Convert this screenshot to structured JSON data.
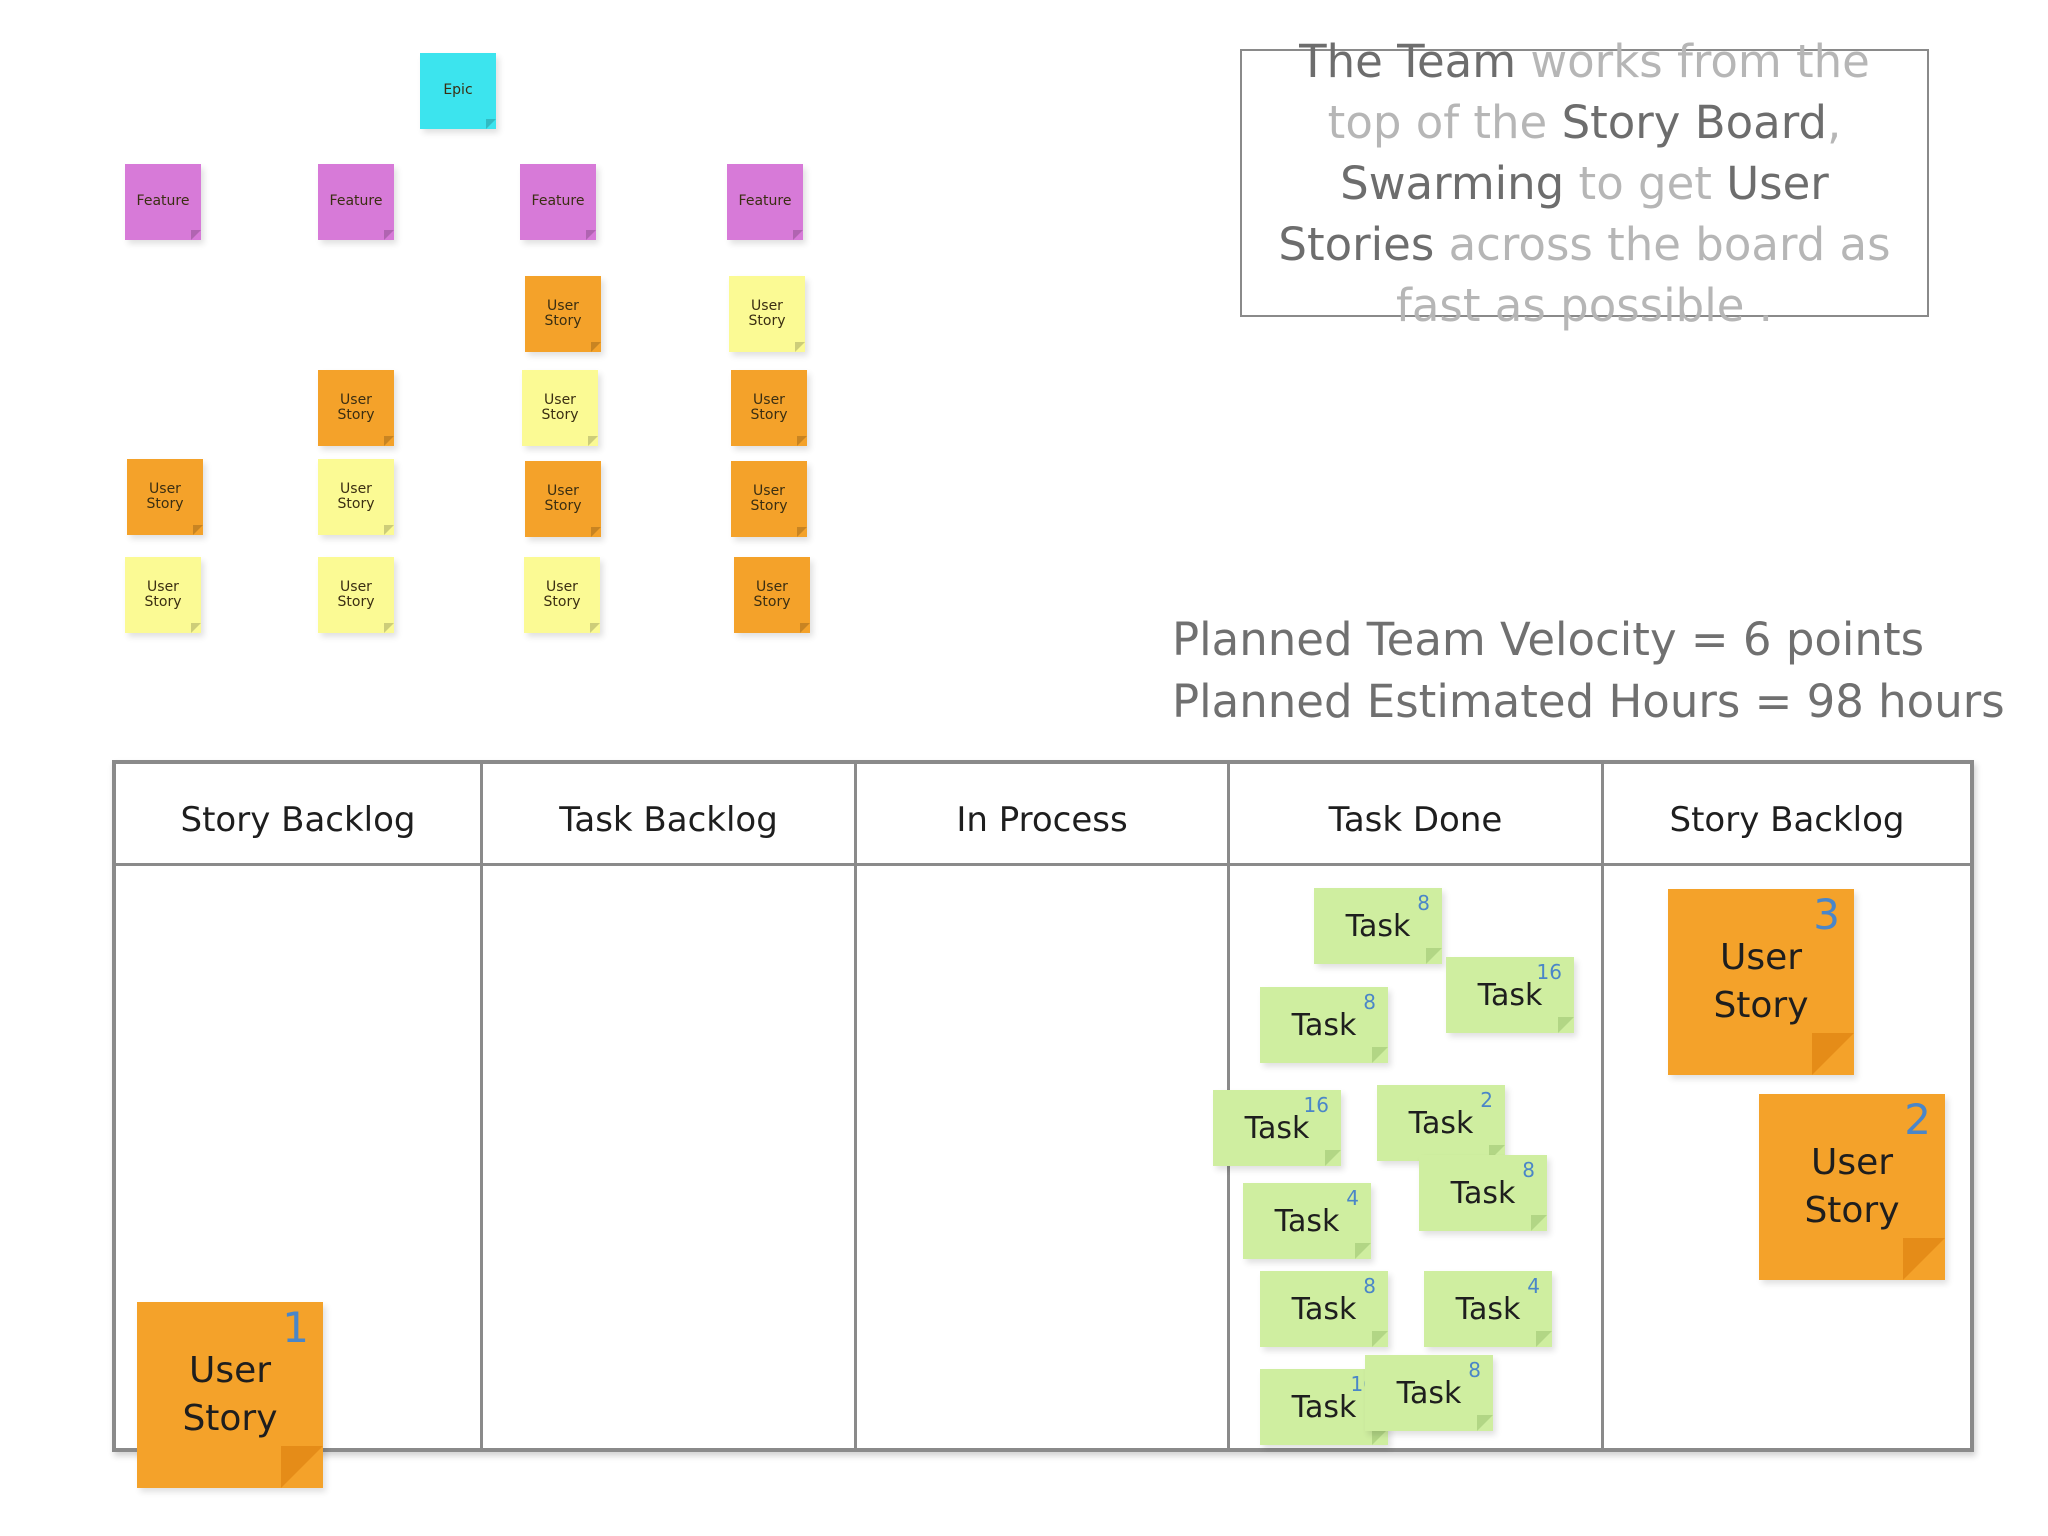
{
  "hierarchy": {
    "epic": "Epic",
    "feature": "Feature",
    "user_story": "User Story"
  },
  "callout": {
    "parts": [
      {
        "text": "The Team",
        "emphasis": true
      },
      {
        "text": " works from the top of the ",
        "emphasis": false
      },
      {
        "text": "Story Board",
        "emphasis": true
      },
      {
        "text": ", ",
        "emphasis": false
      },
      {
        "text": "Swarming",
        "emphasis": true
      },
      {
        "text": " to get ",
        "emphasis": false
      },
      {
        "text": "User Stories",
        "emphasis": true
      },
      {
        "text": " across the board as fast as possible .",
        "emphasis": false
      }
    ]
  },
  "velocity": {
    "line1": "Planned Team Velocity = 6 points",
    "line2": "Planned Estimated Hours = 98 hours"
  },
  "board": {
    "columns": [
      "Story Backlog",
      "Task Backlog",
      "In Process",
      "Task Done",
      "Story Backlog"
    ],
    "stories": [
      {
        "label_line1": "User",
        "label_line2": "Story",
        "points": "1"
      },
      {
        "label_line1": "User",
        "label_line2": "Story",
        "points": "3"
      },
      {
        "label_line1": "User",
        "label_line2": "Story",
        "points": "2"
      }
    ],
    "task_label": "Task",
    "task_hours": [
      "8",
      "16",
      "8",
      "16",
      "2",
      "8",
      "4",
      "8",
      "4",
      "16",
      "8"
    ]
  },
  "colors": {
    "epic": "#3ce4ee",
    "feature": "#d77ad8",
    "story_orange": "#f4a22a",
    "story_yellow": "#fbfa94",
    "task_green": "#cfeea0",
    "estimate_blue": "#4a86c8"
  }
}
